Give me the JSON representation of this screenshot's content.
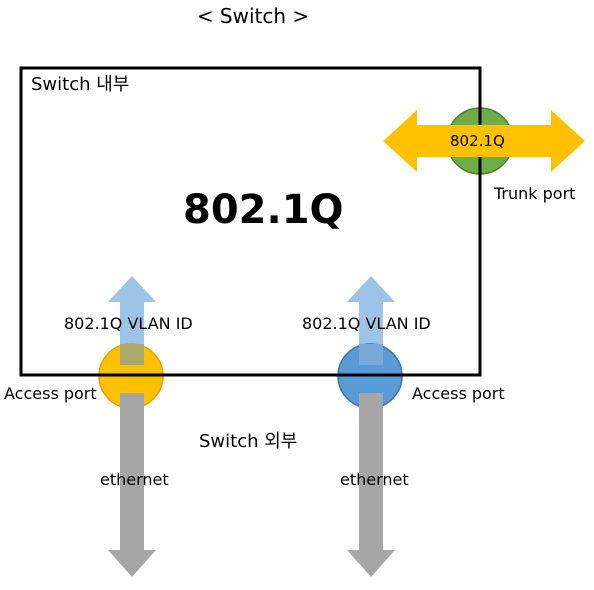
{
  "title": "< Switch >",
  "switch_inside_label": "Switch 내부",
  "switch_outside_label": "Switch 외부",
  "protocol_label": "802.1Q",
  "trunk": {
    "label": "Trunk port",
    "protocol": "802.1Q"
  },
  "ports": [
    {
      "label": "Access port",
      "vlan_label": "802.1Q VLAN ID",
      "link_label": "ethernet",
      "color": "#FFC000"
    },
    {
      "label": "Access port",
      "vlan_label": "802.1Q VLAN ID",
      "link_label": "ethernet",
      "color": "#5B9BD5"
    }
  ],
  "colors": {
    "trunk_port": "#70AD47",
    "trunk_arrow": "#FFC000",
    "vlan_arrow": "#9DC3E6",
    "ethernet_arrow": "#A6A6A6",
    "switch_border": "#000000"
  }
}
